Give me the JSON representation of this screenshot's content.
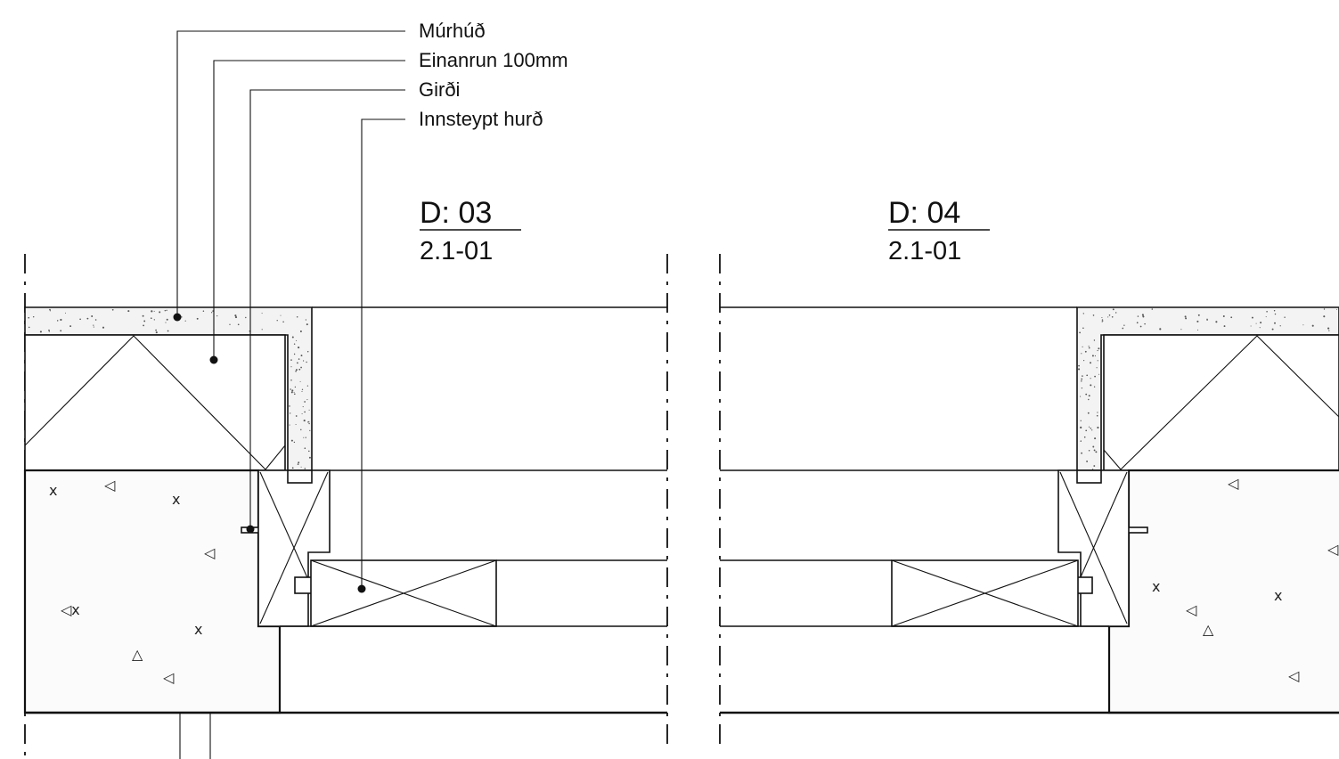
{
  "callouts": [
    {
      "label": "Múrhúð"
    },
    {
      "label": "Einanrun 100mm"
    },
    {
      "label": "Girði"
    },
    {
      "label": "Innsteypt hurð"
    }
  ],
  "details": [
    {
      "number": "D: 03",
      "reference": "2.1-01"
    },
    {
      "number": "D: 04",
      "reference": "2.1-01"
    }
  ],
  "materials": {
    "plaster_hatch": "stipple",
    "insulation_hatch": "zigzag",
    "concrete_hatch": "aggregate",
    "frame_hatch": "cross"
  },
  "colors": {
    "line": "#111111",
    "background": "#ffffff"
  }
}
